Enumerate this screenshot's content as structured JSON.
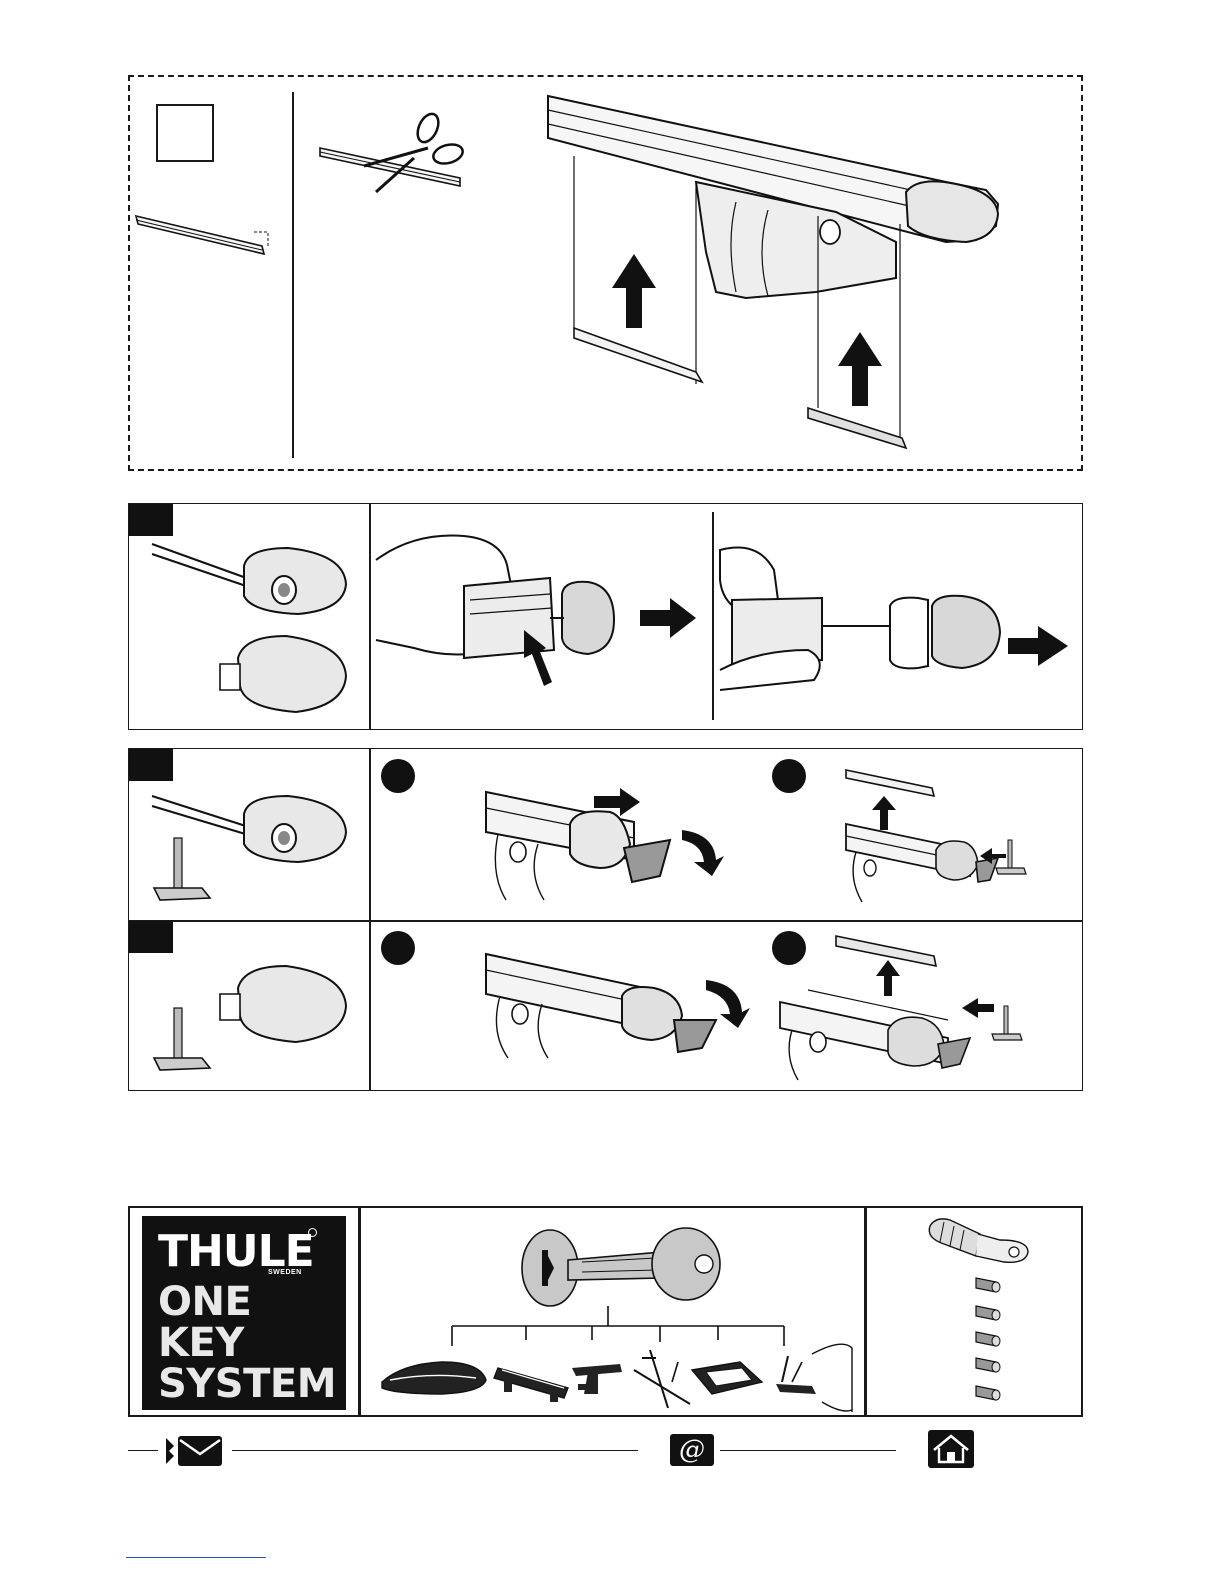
{
  "brand": {
    "logo_text": "THULE",
    "logo_sub": "SWEDEN",
    "system_lines": [
      "ONE",
      "KEY",
      "SYSTEM"
    ]
  },
  "colors": {
    "ink": "#111111",
    "panel_border": "#1a1a1a",
    "logo_text_light": "#e8e8e8",
    "key_grey": "#c8c8c8",
    "link_blue": "#2a52be"
  },
  "icons": {
    "mail": "mail-arrow-icon",
    "web": "at-sign-icon",
    "home": "home-icon"
  },
  "footer": {
    "at_symbol": "@"
  }
}
